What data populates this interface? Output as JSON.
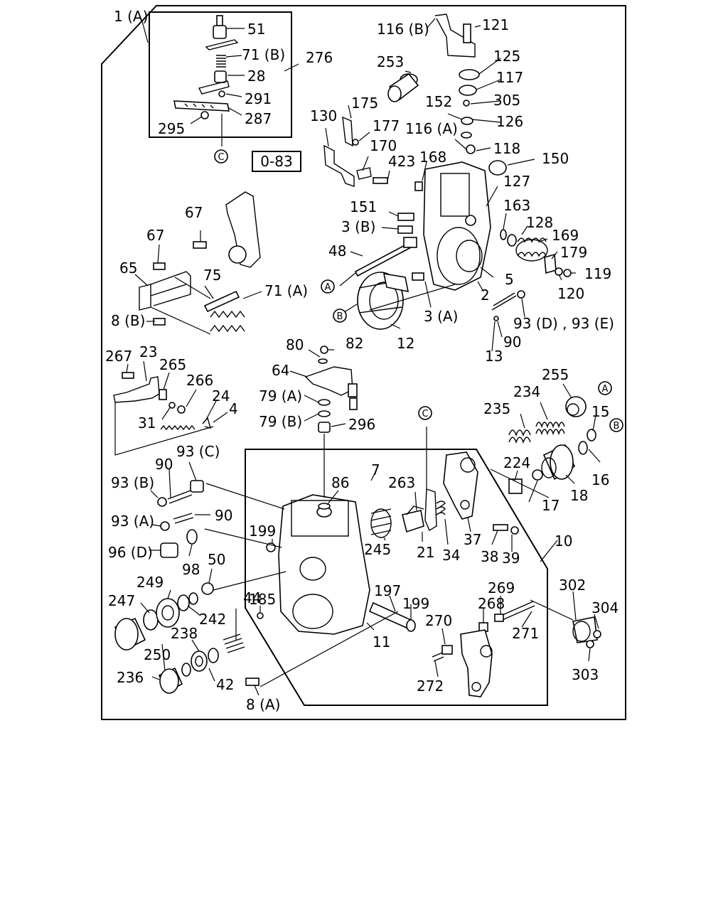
{
  "diagram": {
    "assembly_label": "1 (A)",
    "reference_box": "0-83",
    "callouts": {
      "A": "A",
      "B": "B",
      "C": "C"
    },
    "labels": [
      "51",
      "71 (B)",
      "276",
      "28",
      "291",
      "287",
      "295",
      "116 (B)",
      "121",
      "125",
      "117",
      "305",
      "126",
      "253",
      "152",
      "175",
      "177",
      "130",
      "116 (A)",
      "118",
      "150",
      "170",
      "168",
      "423",
      "127",
      "163",
      "128",
      "169",
      "179",
      "119",
      "120",
      "151",
      "3 (B)",
      "48",
      "5",
      "2",
      "3 (A)",
      "12",
      "93 (D) , 93 (E)",
      "90",
      "13",
      "67",
      "67",
      "65",
      "75",
      "71 (A)",
      "8 (B)",
      "80",
      "82",
      "64",
      "79 (A)",
      "79 (B)",
      "296",
      "267",
      "23",
      "265",
      "266",
      "24",
      "31",
      "4",
      "255",
      "234",
      "235",
      "15",
      "16",
      "18",
      "17",
      "224",
      "93 (C)",
      "90",
      "93 (B)",
      "7",
      "86",
      "263",
      "93 (A)",
      "90",
      "199",
      "245",
      "21",
      "34",
      "37",
      "38",
      "39",
      "10",
      "96 (D)",
      "98",
      "50",
      "249",
      "247",
      "242",
      "44",
      "185",
      "197",
      "199",
      "11",
      "302",
      "304",
      "303",
      "269",
      "268",
      "270",
      "271",
      "272",
      "238",
      "250",
      "236",
      "42",
      "8 (A)"
    ]
  }
}
